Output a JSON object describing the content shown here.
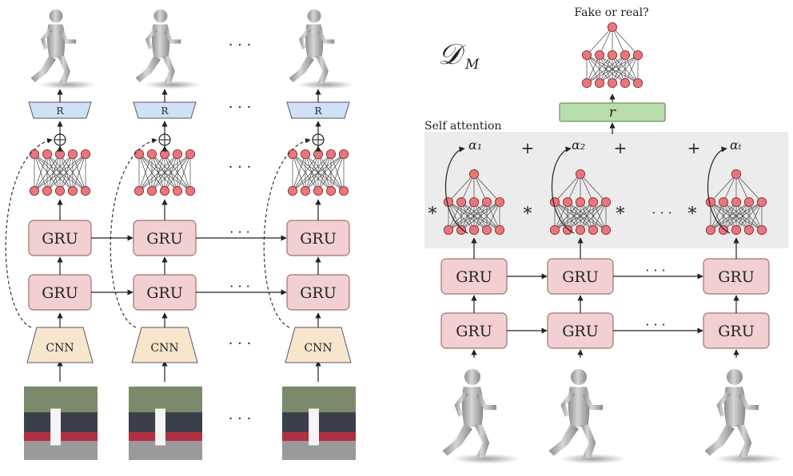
{
  "labels": {
    "cnn": "CNN",
    "gru": "GRU",
    "regressor": "R",
    "ellipsis": "· · ·",
    "plus": "+",
    "star": "*",
    "oplus": "⊕",
    "self_attention": "Self attention",
    "fake_or_real": "Fake or real?",
    "r_block": "r",
    "dm": "𝒟",
    "dm_sub": "M",
    "alpha1": "α₁",
    "alpha2": "α₂",
    "alphat": "αₜ"
  },
  "colors": {
    "gru_fill": "#f2d0d2",
    "gru_stroke": "#a07070",
    "cnn_fill": "#f8e6cc",
    "regressor_fill": "#cfe0f7",
    "neuron_fill": "#e8777c",
    "r_block_fill": "#b9dcab",
    "attention_bg": "#ececec"
  },
  "icons": [
    "body-mesh-icon",
    "video-frame-thumbnail"
  ]
}
